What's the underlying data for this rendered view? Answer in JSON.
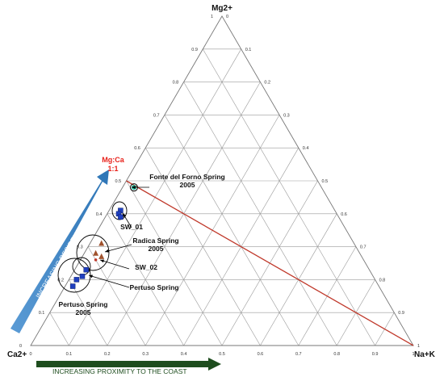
{
  "chart_data": {
    "type": "scatter",
    "subtype": "ternary",
    "apices": {
      "top": "Mg2+",
      "left": "Ca2+",
      "right": "Na+K"
    },
    "tick_labels": [
      "0",
      "0.1",
      "0.2",
      "0.3",
      "0.4",
      "0.5",
      "0.6",
      "0.7",
      "0.8",
      "0.9",
      "1"
    ],
    "grid": true,
    "reference_line": {
      "label": "Mg:Ca\n1:1",
      "color": "#c0392b",
      "from": {
        "Ca": 0.5,
        "Mg": 0.5,
        "NaK": 0.0
      },
      "to": {
        "Ca": 0.0,
        "Mg": 0.0,
        "NaK": 1.0
      }
    },
    "series": [
      {
        "name": "Fonte del Forno Spring 2005",
        "marker": "circle",
        "color": "#1abc9c",
        "points": [
          {
            "Ca": 0.49,
            "Mg": 0.48,
            "NaK": 0.03
          }
        ]
      },
      {
        "name": "SW_01",
        "marker": "square",
        "color": "#1f3fbf",
        "points": [
          {
            "Ca": 0.56,
            "Mg": 0.41,
            "NaK": 0.03
          },
          {
            "Ca": 0.57,
            "Mg": 0.4,
            "NaK": 0.03
          },
          {
            "Ca": 0.57,
            "Mg": 0.39,
            "NaK": 0.04
          }
        ]
      },
      {
        "name": "Radica Spring 2005",
        "marker": "triangle",
        "color": "#a0522d",
        "points": [
          {
            "Ca": 0.66,
            "Mg": 0.31,
            "NaK": 0.03
          },
          {
            "Ca": 0.69,
            "Mg": 0.28,
            "NaK": 0.03
          },
          {
            "Ca": 0.68,
            "Mg": 0.27,
            "NaK": 0.05
          }
        ]
      },
      {
        "name": "SW_02",
        "marker": "circle",
        "color": "#c0392b",
        "points": [
          {
            "Ca": 0.7,
            "Mg": 0.26,
            "NaK": 0.04
          }
        ]
      },
      {
        "name": "Pertuso Spring",
        "marker": "square",
        "color": "#1f3fbf",
        "points": [
          {
            "Ca": 0.74,
            "Mg": 0.23,
            "NaK": 0.03
          },
          {
            "Ca": 0.76,
            "Mg": 0.21,
            "NaK": 0.03
          }
        ]
      },
      {
        "name": "Pertuso Spring 2005",
        "marker": "square",
        "color": "#1f3fbf",
        "points": [
          {
            "Ca": 0.78,
            "Mg": 0.2,
            "NaK": 0.02
          },
          {
            "Ca": 0.8,
            "Mg": 0.18,
            "NaK": 0.02
          }
        ]
      }
    ],
    "annotations": [
      "Fonte del Forno Spring\n2005",
      "SW_01",
      "Radica Spring\n2005",
      "SW_02",
      "Pertuso Spring",
      "Pertuso Spring\n2005"
    ],
    "arrows": {
      "residence_time": {
        "label": "INCREASING RESIDENCE TIME",
        "color": "#3a7bd5"
      },
      "proximity": {
        "label": "INCREASING PROXIMITY TO THE COAST",
        "color": "#1e4d1e"
      }
    }
  }
}
